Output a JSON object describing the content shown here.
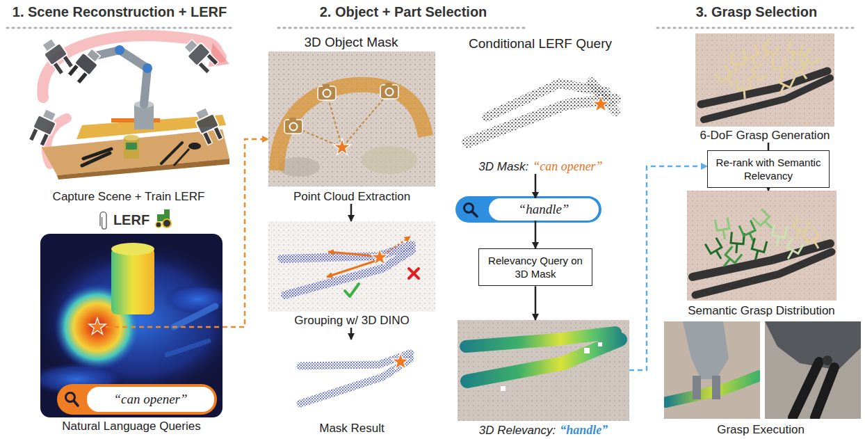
{
  "diagram": {
    "nodes": [
      {
        "text": [
          "Capture Scene + Train LERF"
        ]
      },
      {
        "text": [
          "LERF",
          "Natural Language Queries"
        ]
      },
      {
        "text": [
          "“can opener”"
        ],
        "in": 1
      },
      {
        "text": [
          "Point Cloud Extraction"
        ]
      },
      {
        "text": [
          "Grouping w/ 3D DINO"
        ]
      },
      {
        "text": [
          "Mask Result"
        ]
      },
      {
        "text": [
          "3D Mask:",
          "“can opener”"
        ]
      },
      {
        "text": [
          "“handle”"
        ]
      },
      {
        "text": [
          "Relevancy Query on 3D Mask"
        ]
      },
      {
        "text": [
          "3D Relevancy:",
          "“handle”"
        ]
      },
      {
        "text": [
          "6-DoF Grasp Generation"
        ]
      },
      {
        "text": [
          "Re-rank with Semantic Relevancy"
        ]
      },
      {
        "text": [
          "Semantic Grasp Distribution"
        ]
      },
      {
        "text": [
          "Grasp Execution"
        ]
      }
    ],
    "edges": [
      {
        "from": 1,
        "to": 3,
        "arrow": "to"
      },
      {
        "from": 3,
        "to": 4,
        "arrow": "to"
      },
      {
        "from": 4,
        "to": 5,
        "arrow": "to"
      },
      {
        "from": 6,
        "to": 7,
        "arrow": "to"
      },
      {
        "from": 7,
        "to": 8,
        "arrow": "to"
      },
      {
        "from": 8,
        "to": 9,
        "arrow": "to"
      },
      {
        "from": 9,
        "to": 11,
        "arrow": "to"
      },
      {
        "from": 10,
        "to": 11,
        "arrow": "none"
      },
      {
        "from": 11,
        "to": 12,
        "arrow": "to"
      }
    ],
    "labels": [
      "1. Scene Reconstruction + LERF",
      "2. Object + Part Selection",
      "3. Grasp Selection",
      "3D Object Mask",
      "Conditional LERF Query"
    ]
  }
}
